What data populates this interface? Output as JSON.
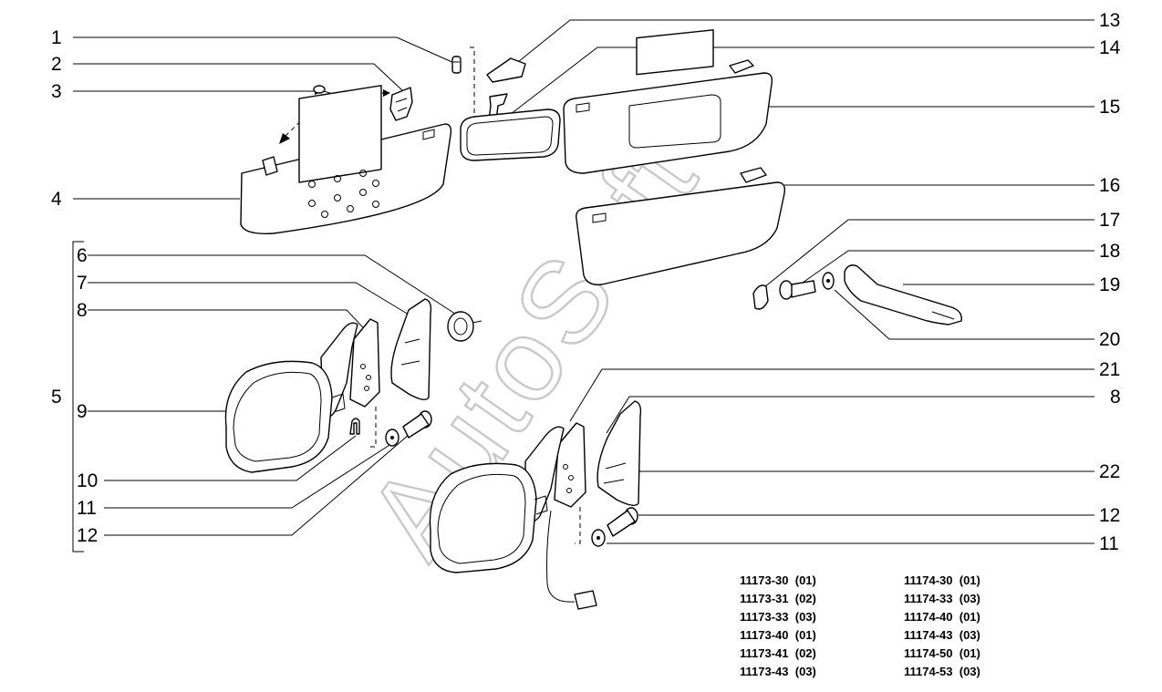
{
  "watermark": "AutoSoft",
  "callouts": [
    {
      "id": "c1",
      "label": "1"
    },
    {
      "id": "c2",
      "label": "2"
    },
    {
      "id": "c3",
      "label": "3"
    },
    {
      "id": "c4",
      "label": "4"
    },
    {
      "id": "c5",
      "label": "5"
    },
    {
      "id": "c6",
      "label": "6"
    },
    {
      "id": "c7",
      "label": "7"
    },
    {
      "id": "c8a",
      "label": "8"
    },
    {
      "id": "c9",
      "label": "9"
    },
    {
      "id": "c10",
      "label": "10"
    },
    {
      "id": "c11a",
      "label": "11"
    },
    {
      "id": "c12a",
      "label": "12"
    },
    {
      "id": "c13",
      "label": "13"
    },
    {
      "id": "c14",
      "label": "14"
    },
    {
      "id": "c15",
      "label": "15"
    },
    {
      "id": "c16",
      "label": "16"
    },
    {
      "id": "c17",
      "label": "17"
    },
    {
      "id": "c18",
      "label": "18"
    },
    {
      "id": "c19",
      "label": "19"
    },
    {
      "id": "c20",
      "label": "20"
    },
    {
      "id": "c21",
      "label": "21"
    },
    {
      "id": "c8b",
      "label": "8"
    },
    {
      "id": "c22",
      "label": "22"
    },
    {
      "id": "c12b",
      "label": "12"
    },
    {
      "id": "c11b",
      "label": "11"
    }
  ],
  "part_codes": {
    "left": [
      {
        "code": "11173-30",
        "variant": "(01)"
      },
      {
        "code": "11173-31",
        "variant": "(02)"
      },
      {
        "code": "11173-33",
        "variant": "(03)"
      },
      {
        "code": "11173-40",
        "variant": "(01)"
      },
      {
        "code": "11173-41",
        "variant": "(02)"
      },
      {
        "code": "11173-43",
        "variant": "(03)"
      }
    ],
    "right": [
      {
        "code": "11174-30",
        "variant": "(01)"
      },
      {
        "code": "11174-33",
        "variant": "(03)"
      },
      {
        "code": "11174-40",
        "variant": "(01)"
      },
      {
        "code": "11174-43",
        "variant": "(03)"
      },
      {
        "code": "11174-50",
        "variant": "(01)"
      },
      {
        "code": "11174-53",
        "variant": "(03)"
      }
    ]
  }
}
